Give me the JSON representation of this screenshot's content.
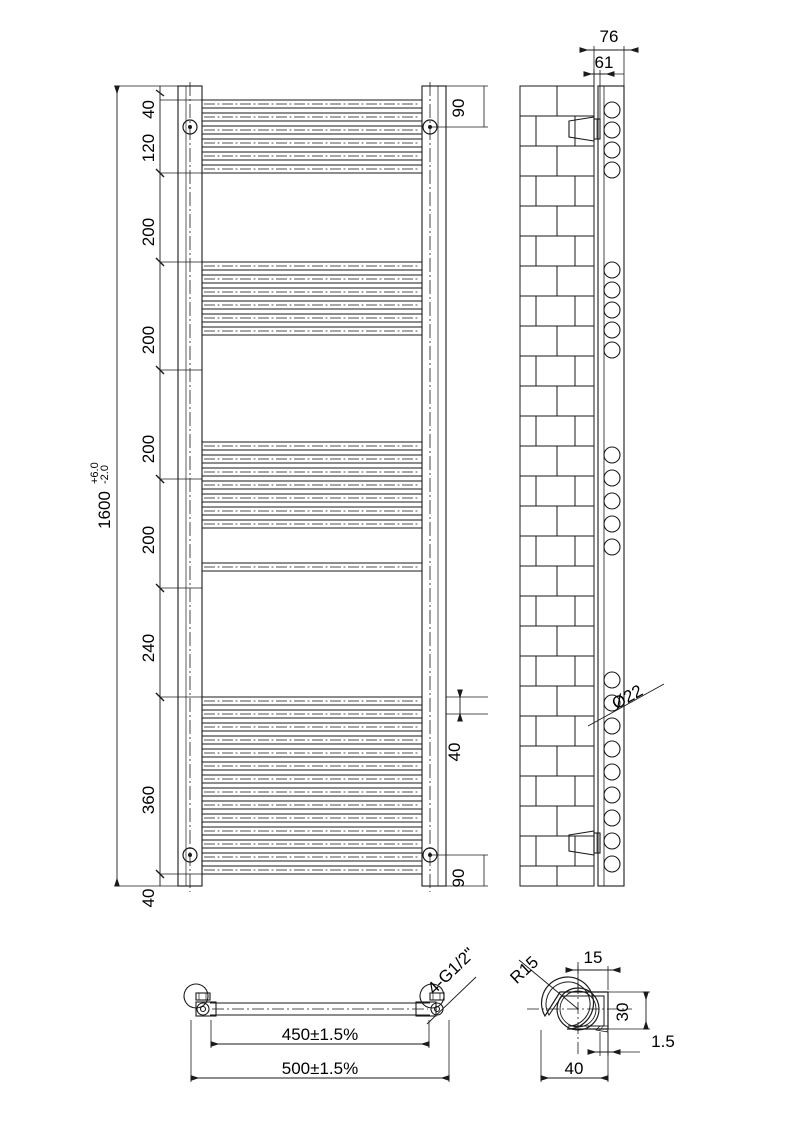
{
  "drawing": {
    "title": "Heated Towel Rail Technical Drawing",
    "units": "mm",
    "line_color": "#1a1a1a",
    "background": "#ffffff"
  },
  "front_view": {
    "name": "front-elevation",
    "overall_height_label": "1600",
    "tolerance_upper": "+6.0",
    "tolerance_lower": "-2.0",
    "dimension_chain": [
      {
        "label": "40",
        "value": 40
      },
      {
        "label": "120",
        "value": 120
      },
      {
        "label": "200",
        "value": 200
      },
      {
        "label": "200",
        "value": 200
      },
      {
        "label": "200",
        "value": 200
      },
      {
        "label": "200",
        "value": 200
      },
      {
        "label": "240",
        "value": 240
      },
      {
        "label": "360",
        "value": 360
      },
      {
        "label": "40",
        "value": 40
      }
    ],
    "right_dimensions": [
      {
        "label": "90",
        "value": 90,
        "position": "top"
      },
      {
        "label": "40",
        "value": 40,
        "position": "middle"
      },
      {
        "label": "90",
        "value": 90,
        "position": "bottom"
      }
    ],
    "rung_groups": [
      {
        "group": 1,
        "rungs": 7
      },
      {
        "group": 2,
        "rungs": 7
      },
      {
        "group": 3,
        "rungs": 7
      },
      {
        "group": 4,
        "rungs": 7
      },
      {
        "group": 5,
        "rungs": 13
      }
    ],
    "mounting_holes": 4
  },
  "side_view": {
    "name": "side-section-with-wall",
    "depth_overall": "76",
    "depth_inner": "61",
    "hole_diameter": "Ø22",
    "wall_brackets": 2,
    "wall_label": "brick-wall-hatch"
  },
  "plan_detail": {
    "name": "plan-view-detail",
    "inner_width": "450±1.5%",
    "outer_width": "500±1.5%",
    "thread_callout": "4-G1/2\""
  },
  "section_detail": {
    "name": "rail-cross-section",
    "radius": "R15",
    "dim_top": "15",
    "dim_height": "30",
    "dim_width": "40",
    "dim_wall": "1.5"
  }
}
